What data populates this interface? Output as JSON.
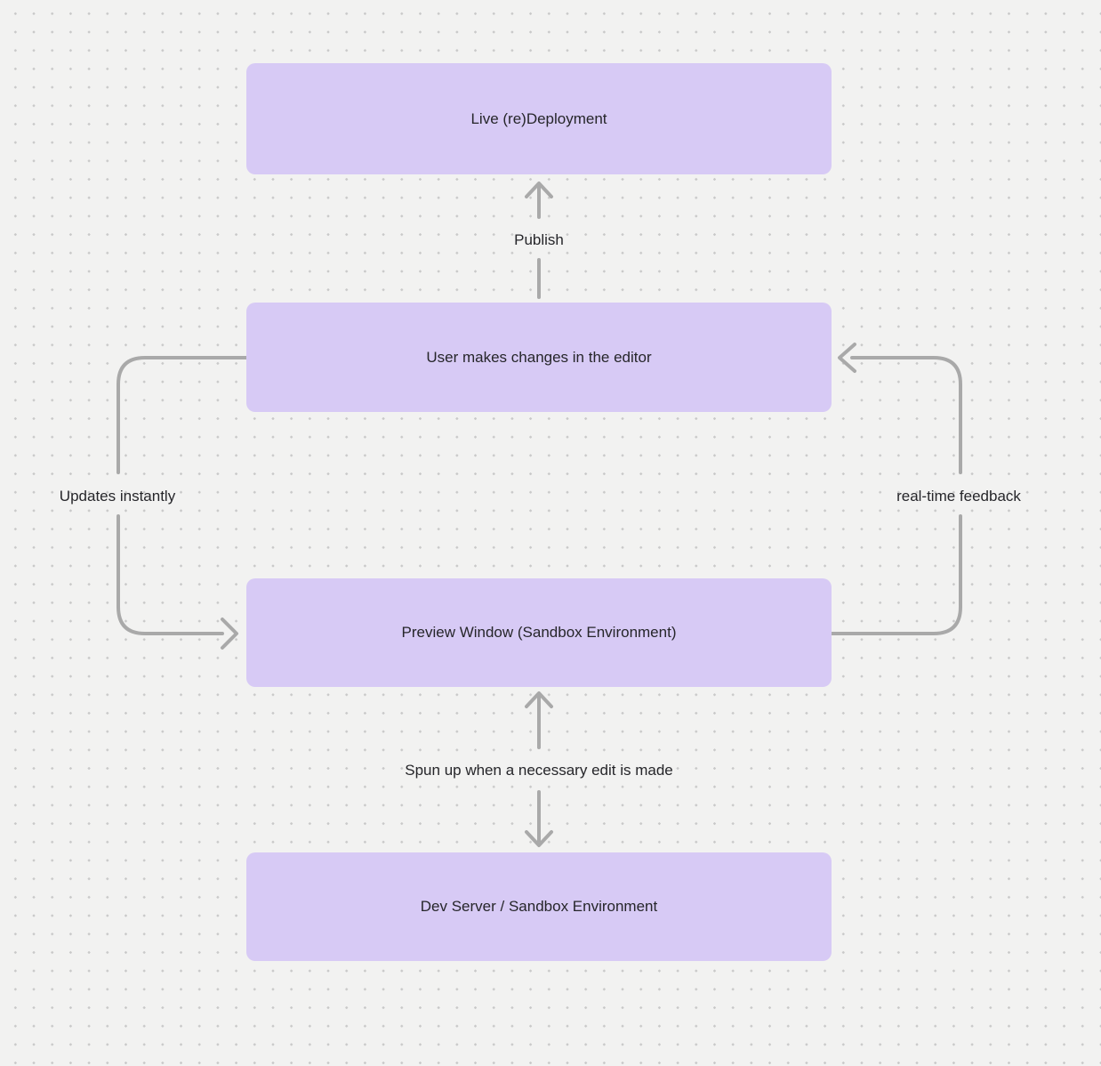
{
  "canvas": {
    "background_color": "#f2f2f1",
    "dot_grid_color": "#c9c9c9",
    "node_fill_color": "#d7caf5",
    "arrow_color": "#a9a9a9",
    "text_color": "#26262a"
  },
  "diagram": {
    "nodes": [
      {
        "id": "live-deployment",
        "label": "Live (re)Deployment"
      },
      {
        "id": "editor",
        "label": "User makes changes in the editor"
      },
      {
        "id": "preview-window",
        "label": "Preview Window (Sandbox Environment)"
      },
      {
        "id": "dev-server",
        "label": "Dev Server / Sandbox Environment"
      }
    ],
    "edges": [
      {
        "label": "Publish",
        "from": "editor",
        "to": "live-deployment",
        "direction": "up"
      },
      {
        "label": "Updates instantly",
        "from": "editor",
        "to": "preview-window",
        "direction": "left-loop"
      },
      {
        "label": "real-time feedback",
        "from": "preview-window",
        "to": "editor",
        "direction": "right-loop"
      },
      {
        "label": "Spun up when a necessary edit is made",
        "from": "preview-window",
        "to": "dev-server",
        "direction": "bidirectional"
      }
    ]
  }
}
